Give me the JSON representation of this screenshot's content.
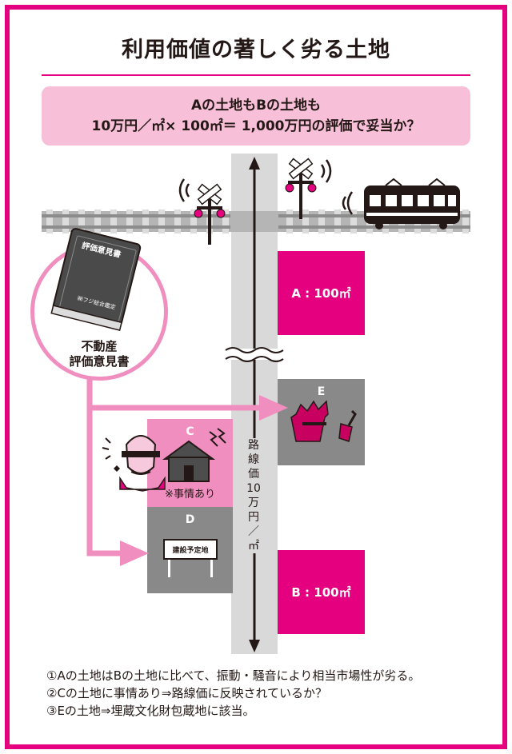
{
  "title": "利用価値の著しく劣る土地",
  "question": {
    "line1": "Aの土地もBの土地も",
    "line2": "10万円／㎡× 100㎡＝ 1,000万円の評価で妥当か？"
  },
  "lots": {
    "a": "A : 100㎡",
    "b": "B : 100㎡",
    "c": "C",
    "c_note": "※事情あり",
    "d": "D",
    "e": "E"
  },
  "sign_text": "建設予定地",
  "road_label": [
    "路",
    "線",
    "価",
    "",
    "10",
    "万",
    "円",
    "／",
    "㎡"
  ],
  "book": {
    "cover_title": "評価意見書",
    "publisher": "㈱フジ総合鑑定",
    "caption_line1": "不動産",
    "caption_line2": "評価意見書"
  },
  "notes": [
    "①Aの土地はBの土地に比べて、振動・騒音により相当市場性が劣る。",
    "②Cの土地に事情あり⇒路線価に反映されているか？",
    "③Eの土地⇒埋蔵文化財包蔵地に該当。"
  ],
  "colors": {
    "magenta": "#e4007f",
    "light_pink": "#f7bfd8",
    "mid_pink": "#f08fbf",
    "gray": "#898989",
    "road": "#d9d9d9"
  }
}
